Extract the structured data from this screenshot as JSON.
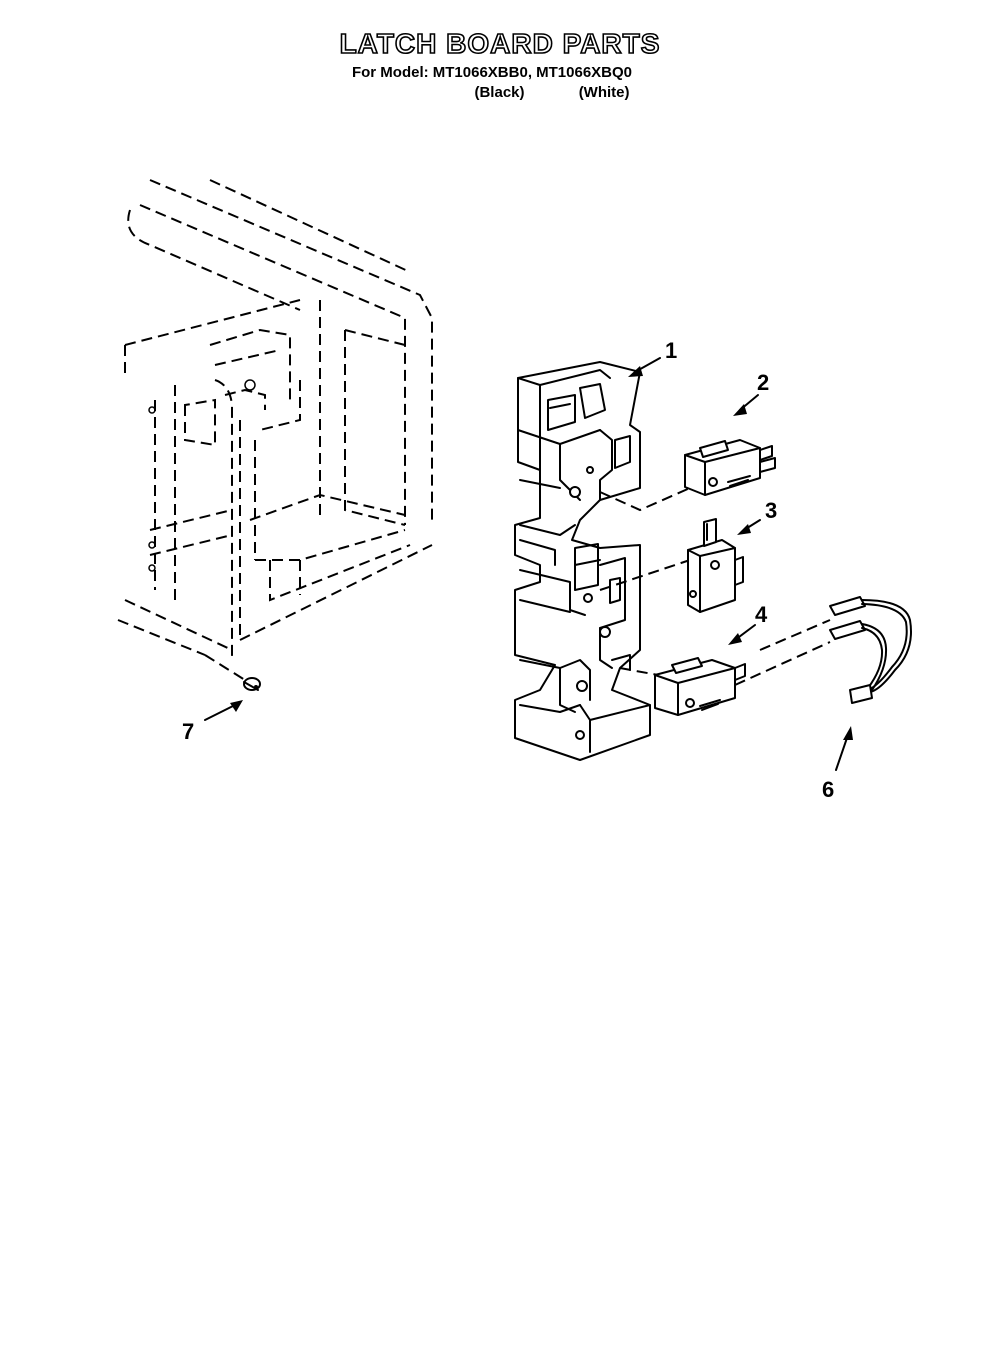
{
  "header": {
    "title": "LATCH BOARD PARTS",
    "model_line": "For Model: MT1066XBB0, MT1066XBQ0",
    "color_black": "(Black)",
    "color_white": "(White)"
  },
  "callouts": [
    {
      "id": "1",
      "label": "1"
    },
    {
      "id": "2",
      "label": "2"
    },
    {
      "id": "3",
      "label": "3"
    },
    {
      "id": "4",
      "label": "4"
    },
    {
      "id": "6",
      "label": "6"
    },
    {
      "id": "7",
      "label": "7"
    }
  ],
  "colors": {
    "line": "#000000",
    "background": "#ffffff"
  }
}
